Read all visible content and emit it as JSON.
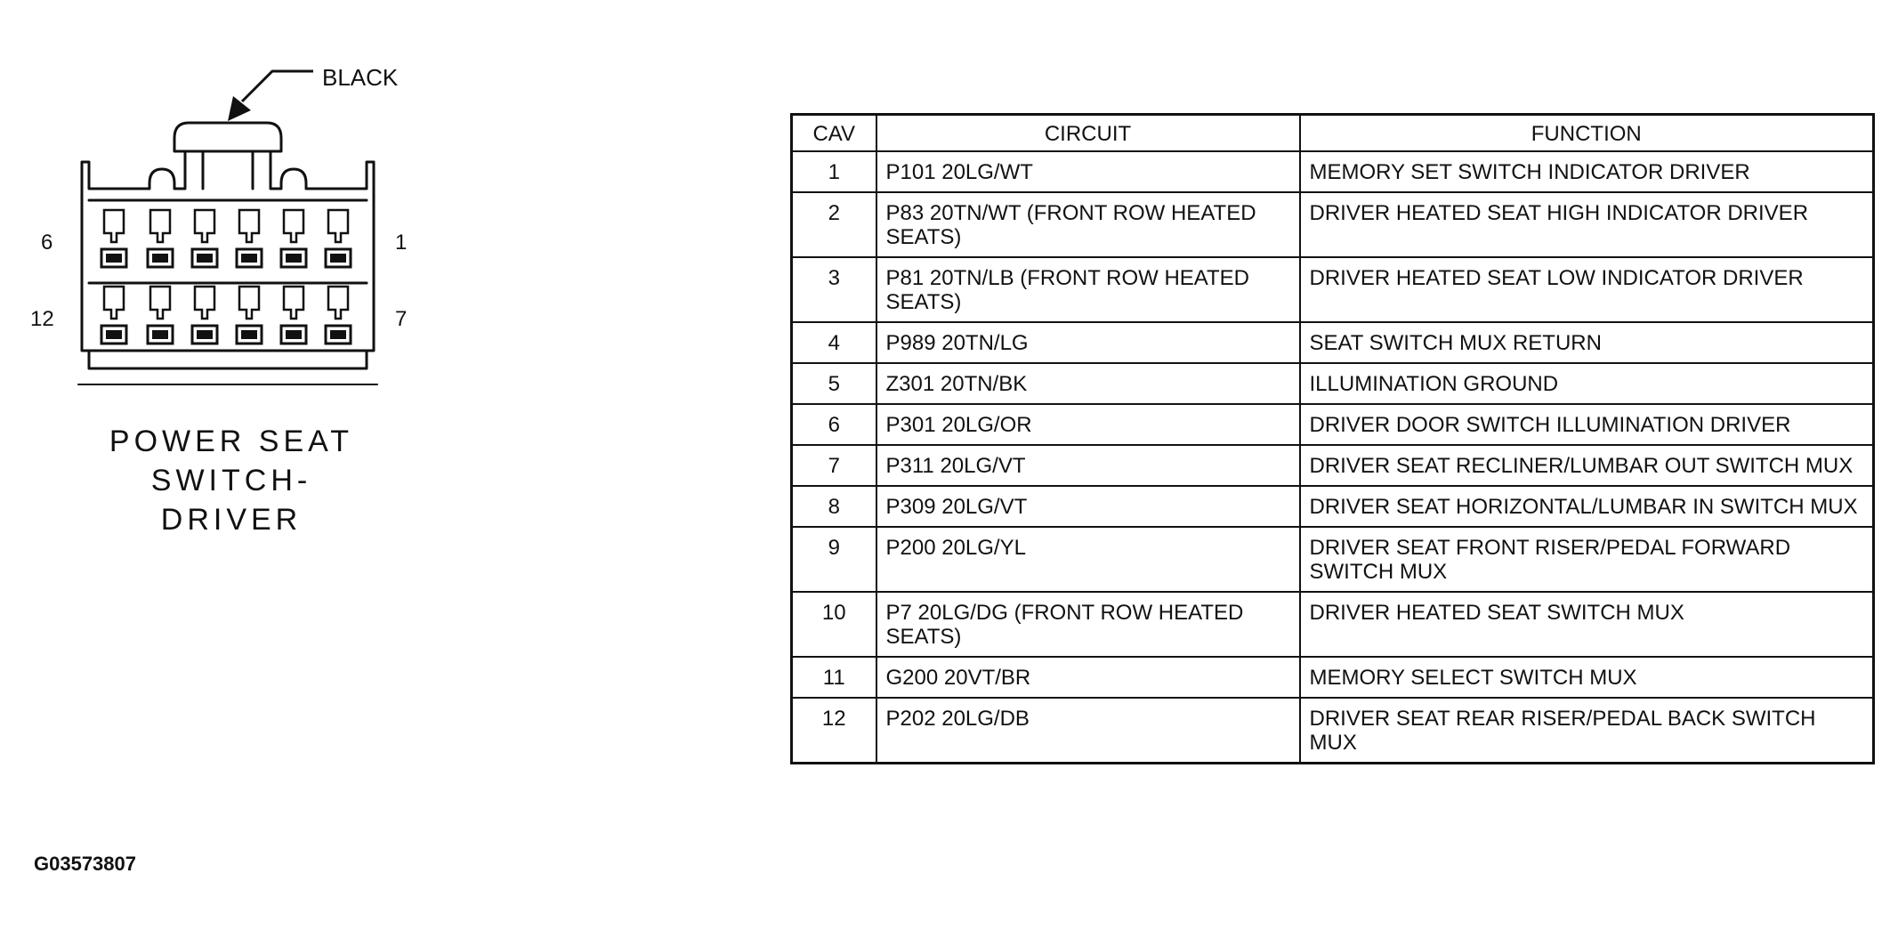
{
  "connector": {
    "color_label": "BLACK",
    "pin_labels": {
      "top_left": "6",
      "top_right": "1",
      "bottom_left": "12",
      "bottom_right": "7"
    },
    "title_lines": [
      "POWER SEAT",
      "SWITCH-DRIVER"
    ]
  },
  "table": {
    "headers": {
      "cav": "CAV",
      "circuit": "CIRCUIT",
      "function": "FUNCTION"
    },
    "rows": [
      {
        "cav": "1",
        "circuit": "P101 20LG/WT",
        "function": "MEMORY SET SWITCH INDICATOR DRIVER"
      },
      {
        "cav": "2",
        "circuit": "P83 20TN/WT (FRONT ROW HEATED SEATS)",
        "function": "DRIVER HEATED SEAT HIGH INDICATOR DRIVER"
      },
      {
        "cav": "3",
        "circuit": "P81 20TN/LB (FRONT ROW HEATED SEATS)",
        "function": "DRIVER HEATED SEAT LOW INDICATOR DRIVER"
      },
      {
        "cav": "4",
        "circuit": "P989 20TN/LG",
        "function": "SEAT SWITCH MUX RETURN"
      },
      {
        "cav": "5",
        "circuit": "Z301 20TN/BK",
        "function": "ILLUMINATION GROUND"
      },
      {
        "cav": "6",
        "circuit": "P301 20LG/OR",
        "function": "DRIVER DOOR SWITCH ILLUMINATION DRIVER"
      },
      {
        "cav": "7",
        "circuit": "P311 20LG/VT",
        "function": "DRIVER SEAT RECLINER/LUMBAR OUT SWITCH MUX"
      },
      {
        "cav": "8",
        "circuit": "P309 20LG/VT",
        "function": "DRIVER SEAT HORIZONTAL/LUMBAR IN SWITCH MUX"
      },
      {
        "cav": "9",
        "circuit": "P200 20LG/YL",
        "function": "DRIVER SEAT FRONT RISER/PEDAL FORWARD SWITCH MUX"
      },
      {
        "cav": "10",
        "circuit": "P7 20LG/DG (FRONT ROW HEATED SEATS)",
        "function": "DRIVER HEATED SEAT SWITCH MUX"
      },
      {
        "cav": "11",
        "circuit": "G200 20VT/BR",
        "function": "MEMORY SELECT SWITCH MUX"
      },
      {
        "cav": "12",
        "circuit": "P202 20LG/DB",
        "function": "DRIVER SEAT REAR RISER/PEDAL BACK SWITCH MUX"
      }
    ]
  },
  "figure_id": "G03573807"
}
